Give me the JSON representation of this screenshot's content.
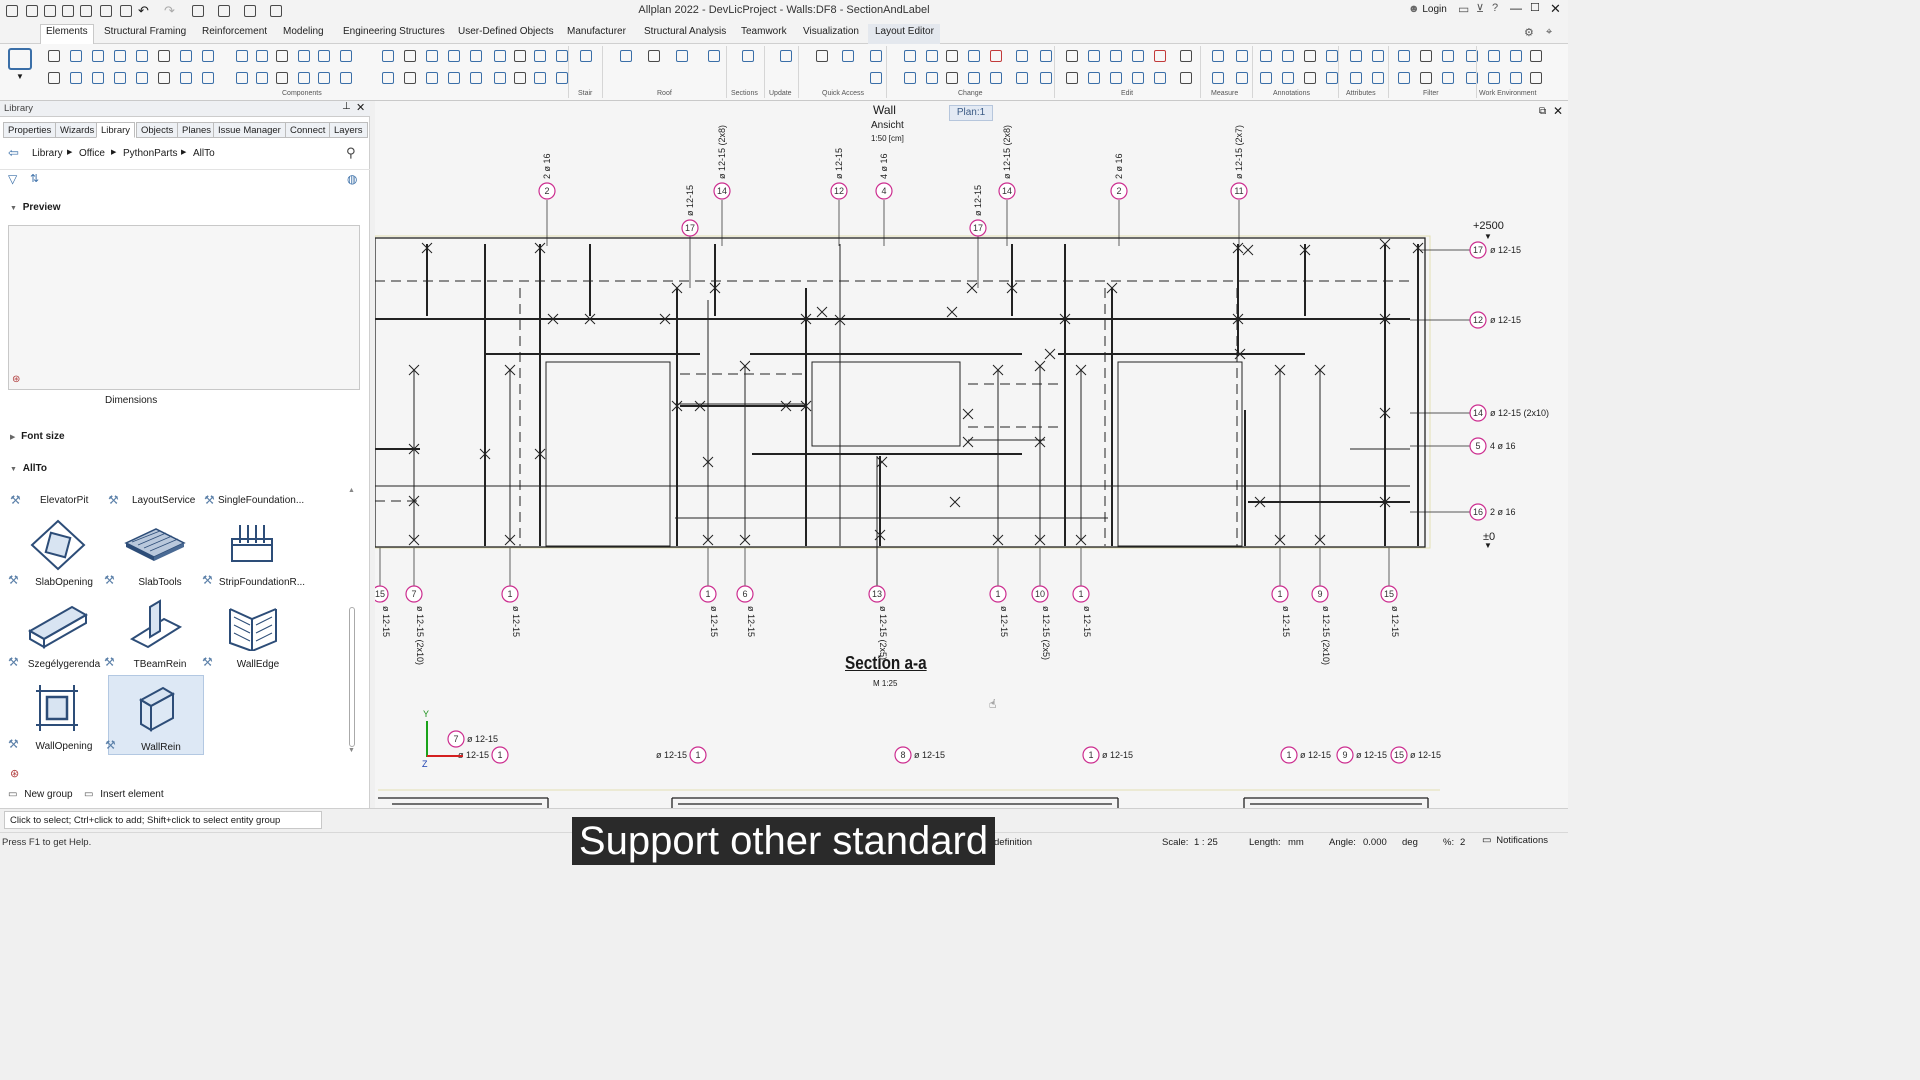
{
  "window": {
    "title": "Allplan 2022 - DevLicProject - Walls:DF8 - SectionAndLabel",
    "login": "Login"
  },
  "ribbon": {
    "tabs": [
      "Elements",
      "Structural Framing",
      "Reinforcement",
      "Modeling",
      "Engineering Structures",
      "User-Defined Objects",
      "Manufacturer",
      "Structural Analysis",
      "Teamwork",
      "Visualization",
      "Layout Editor"
    ],
    "active_tab": "Elements",
    "groups": [
      "Components",
      "Stair",
      "Roof",
      "Sections",
      "Update",
      "Quick Access",
      "Change",
      "Edit",
      "Measure",
      "Annotations",
      "Attributes",
      "Filter",
      "Work Environment"
    ]
  },
  "library": {
    "title": "Library",
    "tabs": [
      "Properties",
      "Wizards",
      "Library",
      "Objects",
      "Planes",
      "Issue Manager",
      "Connect",
      "Layers"
    ],
    "active_tab": "Library",
    "breadcrumb": [
      "Library",
      "Office",
      "PythonParts",
      "AllTo"
    ],
    "preview_header": "Preview",
    "preview_caption": "Dimensions",
    "font_size_header": "Font size",
    "group_header": "AllTo",
    "items_top": [
      "ElevatorPit",
      "LayoutService",
      "SingleFoundation..."
    ],
    "items": [
      "SlabOpening",
      "SlabTools",
      "StripFoundationR...",
      "Szegélygerenda",
      "TBeamRein",
      "WallEdge",
      "WallOpening",
      "WallRein"
    ],
    "selected_item": "WallRein",
    "new_group": "New group",
    "insert_element": "Insert element"
  },
  "canvas": {
    "plan_tab": "Plan:1",
    "wall_title": "Wall",
    "wall_view": "Ansicht",
    "wall_scale": "1:50 [cm]",
    "elevation_top": "+2500",
    "elevation_bottom": "±0",
    "section_title": "Section a-a",
    "section_scale": "M 1:25",
    "axis_y": "Y",
    "axis_z": "Z",
    "top_marks": [
      {
        "num": "2",
        "label": "2 ø 16"
      },
      {
        "num": "14",
        "label": "ø 12-15 (2x8)"
      },
      {
        "num": "17",
        "label": "ø 12-15"
      },
      {
        "num": "12",
        "label": "ø 12-15"
      },
      {
        "num": "4",
        "label": "4 ø 16"
      },
      {
        "num": "17",
        "label": "ø 12-15"
      },
      {
        "num": "14",
        "label": "ø 12-15 (2x8)"
      },
      {
        "num": "2",
        "label": "2 ø 16"
      },
      {
        "num": "11",
        "label": "ø 12-15 (2x7)"
      }
    ],
    "right_marks": [
      {
        "num": "17",
        "label": "ø 12-15"
      },
      {
        "num": "12",
        "label": "ø 12-15"
      },
      {
        "num": "14",
        "label": "ø 12-15 (2x10)"
      },
      {
        "num": "5",
        "label": "4 ø 16"
      },
      {
        "num": "16",
        "label": "2 ø 16"
      }
    ],
    "bottom_marks": [
      {
        "num": "15",
        "label": "ø 12-15"
      },
      {
        "num": "7",
        "label": "ø 12-15 (2x10)"
      },
      {
        "num": "1",
        "label": "ø 12-15"
      },
      {
        "num": "1",
        "label": "ø 12-15"
      },
      {
        "num": "6",
        "label": "ø 12-15"
      },
      {
        "num": "13",
        "label": "ø 12-15 (2x5)"
      },
      {
        "num": "1",
        "label": "ø 12-15"
      },
      {
        "num": "10",
        "label": "ø 12-15 (2x5)"
      },
      {
        "num": "1",
        "label": "ø 12-15"
      },
      {
        "num": "1",
        "label": "ø 12-15"
      },
      {
        "num": "9",
        "label": "ø 12-15 (2x10)"
      },
      {
        "num": "15",
        "label": "ø 12-15"
      }
    ],
    "lower_row": [
      {
        "num": "7",
        "label": "ø 12-15"
      },
      {
        "num": "1",
        "label": "ø 12-15"
      },
      {
        "num": "1",
        "label": "ø 12-15"
      },
      {
        "num": "8",
        "label": "ø 12-15"
      },
      {
        "num": "1",
        "label": "ø 12-15"
      },
      {
        "num": "1",
        "label": "ø 12-15"
      },
      {
        "num": "9",
        "label": "ø 12-15"
      },
      {
        "num": "15",
        "label": "ø 12-15"
      }
    ]
  },
  "status": {
    "hint": "Click to select; Ctrl+click to add; Shift+click to select entity group",
    "help": "Press F1 to get Help.",
    "definition": "definition",
    "scale_label": "Scale:",
    "scale_value": "1 : 25",
    "length_label": "Length:",
    "length_value": "mm",
    "angle_label": "Angle:",
    "angle_value": "0.000",
    "angle_unit": "deg",
    "percent_label": "%:",
    "percent_value": "2",
    "notifications": "Notifications"
  },
  "subtitle": "Support other standard",
  "colors": {
    "accent": "#3b6fa8",
    "bubble": "#cc2d8f",
    "canvas_bg": "#f5f5f5"
  }
}
